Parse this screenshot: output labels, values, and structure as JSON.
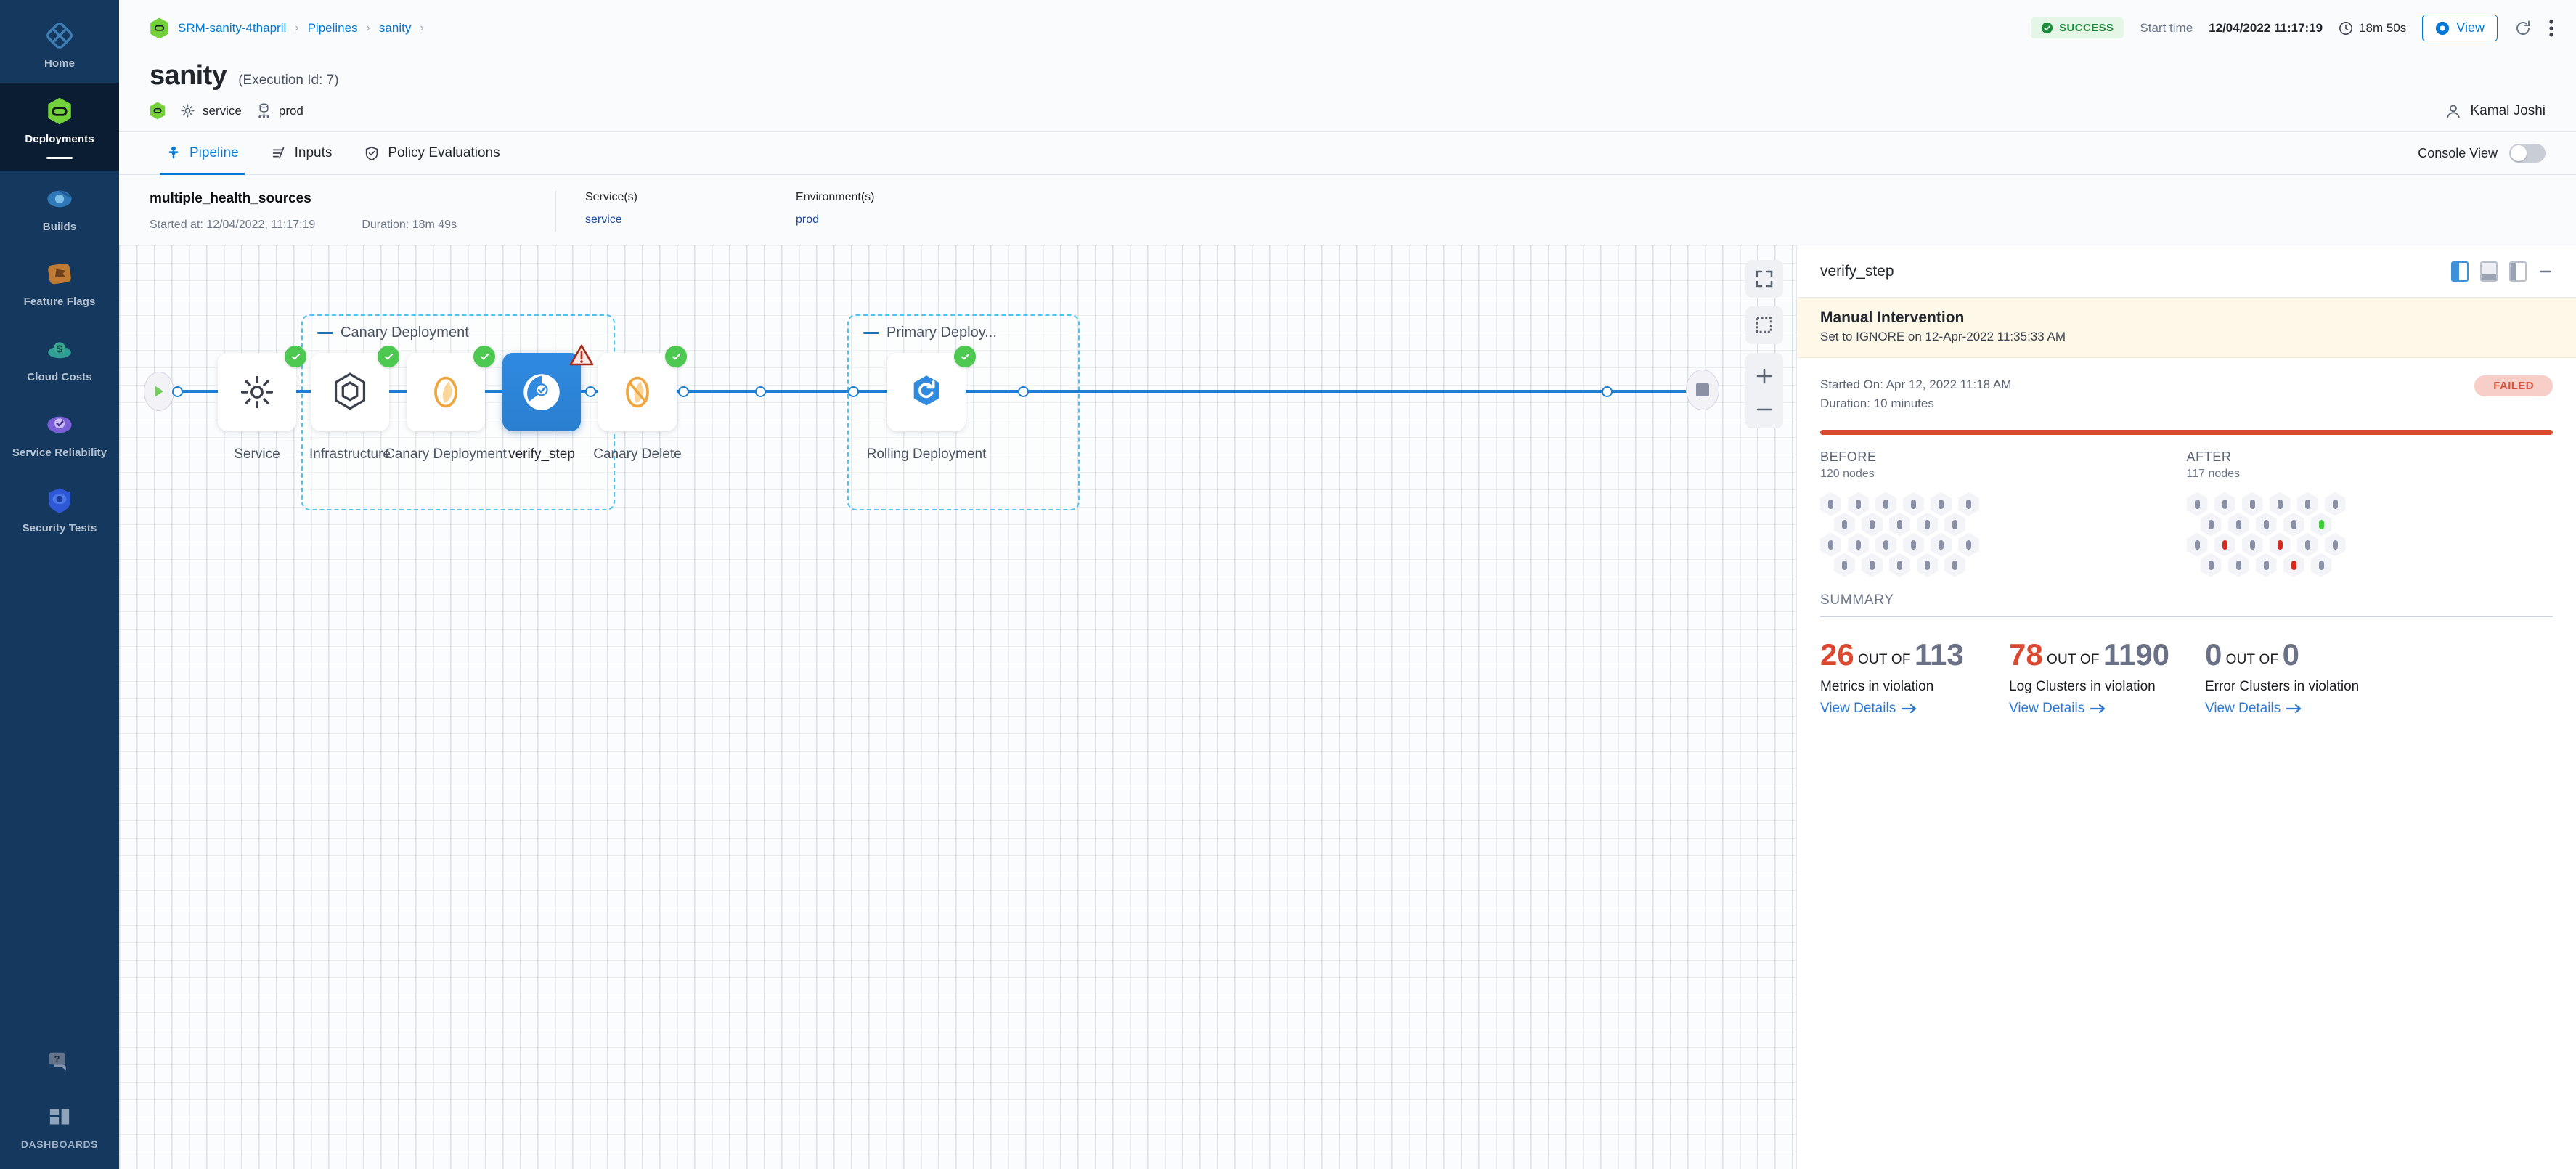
{
  "sidebar": {
    "items": [
      {
        "label": "Home",
        "icon": "home-icon",
        "active": false
      },
      {
        "label": "Deployments",
        "icon": "deployments-icon",
        "active": true
      },
      {
        "label": "Builds",
        "icon": "builds-icon",
        "active": false
      },
      {
        "label": "Feature Flags",
        "icon": "feature-flags-icon",
        "active": false
      },
      {
        "label": "Cloud Costs",
        "icon": "cloud-costs-icon",
        "active": false
      },
      {
        "label": "Service Reliability",
        "icon": "service-reliability-icon",
        "active": false
      },
      {
        "label": "Security Tests",
        "icon": "security-tests-icon",
        "active": false
      }
    ],
    "help_icon": "help-chat-icon",
    "dashboards_label": "DASHBOARDS",
    "dashboards_icon": "dashboards-icon"
  },
  "topbar": {
    "breadcrumbs": [
      "SRM-sanity-4thapril",
      "Pipelines",
      "sanity"
    ],
    "status": "SUCCESS",
    "start_time_label": "Start time",
    "start_time_value": "12/04/2022 11:17:19",
    "duration": "18m 50s",
    "view_button": "View",
    "refresh_icon": "refresh-icon",
    "more_icon": "more-vertical-icon"
  },
  "header": {
    "title": "sanity",
    "execution_id": "(Execution Id: 7)",
    "service_chip": "service",
    "environment_chip": "prod",
    "user": "Kamal Joshi"
  },
  "tabs": {
    "items": [
      {
        "label": "Pipeline",
        "icon": "pipeline-icon",
        "active": true
      },
      {
        "label": "Inputs",
        "icon": "inputs-icon",
        "active": false
      },
      {
        "label": "Policy Evaluations",
        "icon": "policy-shield-icon",
        "active": false
      }
    ],
    "console_view_label": "Console View",
    "console_view_on": false
  },
  "execution_summary": {
    "stage_name": "multiple_health_sources",
    "started_at": "Started at: 12/04/2022, 11:17:19",
    "duration": "Duration: 18m 49s",
    "services_header": "Service(s)",
    "services_value": "service",
    "environments_header": "Environment(s)",
    "environments_value": "prod"
  },
  "canvas": {
    "groups": [
      {
        "name": "Canary Deployment"
      },
      {
        "name": "Primary Deploy..."
      }
    ],
    "nodes": [
      {
        "name": "Service",
        "status": "success",
        "icon": "gear-icon"
      },
      {
        "name": "Infrastructure",
        "status": "success",
        "icon": "hexagon-icon"
      },
      {
        "name": "Canary Deployment",
        "status": "success",
        "icon": "canary-icon"
      },
      {
        "name": "verify_step",
        "status": "warning",
        "icon": "verify-icon",
        "selected": true
      },
      {
        "name": "Canary Delete",
        "status": "success",
        "icon": "canary-delete-icon"
      },
      {
        "name": "Rolling Deployment",
        "status": "success",
        "icon": "rolling-icon"
      }
    ],
    "tools": [
      {
        "name": "fit-to-screen-icon"
      },
      {
        "name": "select-area-icon"
      },
      {
        "name": "zoom-in-icon"
      },
      {
        "name": "zoom-out-icon"
      }
    ]
  },
  "panel": {
    "title": "verify_step",
    "view_icons": [
      "split-left-icon",
      "split-bottom-icon",
      "split-right-icon",
      "minimize-icon"
    ],
    "banner": {
      "title": "Manual Intervention",
      "subtitle": "Set to IGNORE on 12-Apr-2022 11:35:33 AM"
    },
    "started_on": "Started On: Apr 12, 2022 11:18 AM",
    "duration": "Duration: 10 minutes",
    "status_badge": "FAILED",
    "before": {
      "title": "BEFORE",
      "nodes": "120 nodes"
    },
    "after": {
      "title": "AFTER",
      "nodes": "117 nodes"
    },
    "summary_label": "SUMMARY",
    "stats": [
      {
        "value": "26",
        "value_color": "red",
        "out_of_label": "OUT OF",
        "total": "113",
        "total_color": "grey",
        "description": "Metrics in violation",
        "link": "View Details"
      },
      {
        "value": "78",
        "value_color": "red",
        "out_of_label": "OUT OF",
        "total": "1190",
        "total_color": "grey",
        "description": "Log Clusters in violation",
        "link": "View Details"
      },
      {
        "value": "0",
        "value_color": "grey",
        "out_of_label": "OUT OF",
        "total": "0",
        "total_color": "grey",
        "description": "Error Clusters in violation",
        "link": "View Details"
      }
    ]
  },
  "colors": {
    "accent": "#0278d5",
    "success": "#4dc952",
    "failed": "#d9482f",
    "nav_bg": "#15395e"
  }
}
